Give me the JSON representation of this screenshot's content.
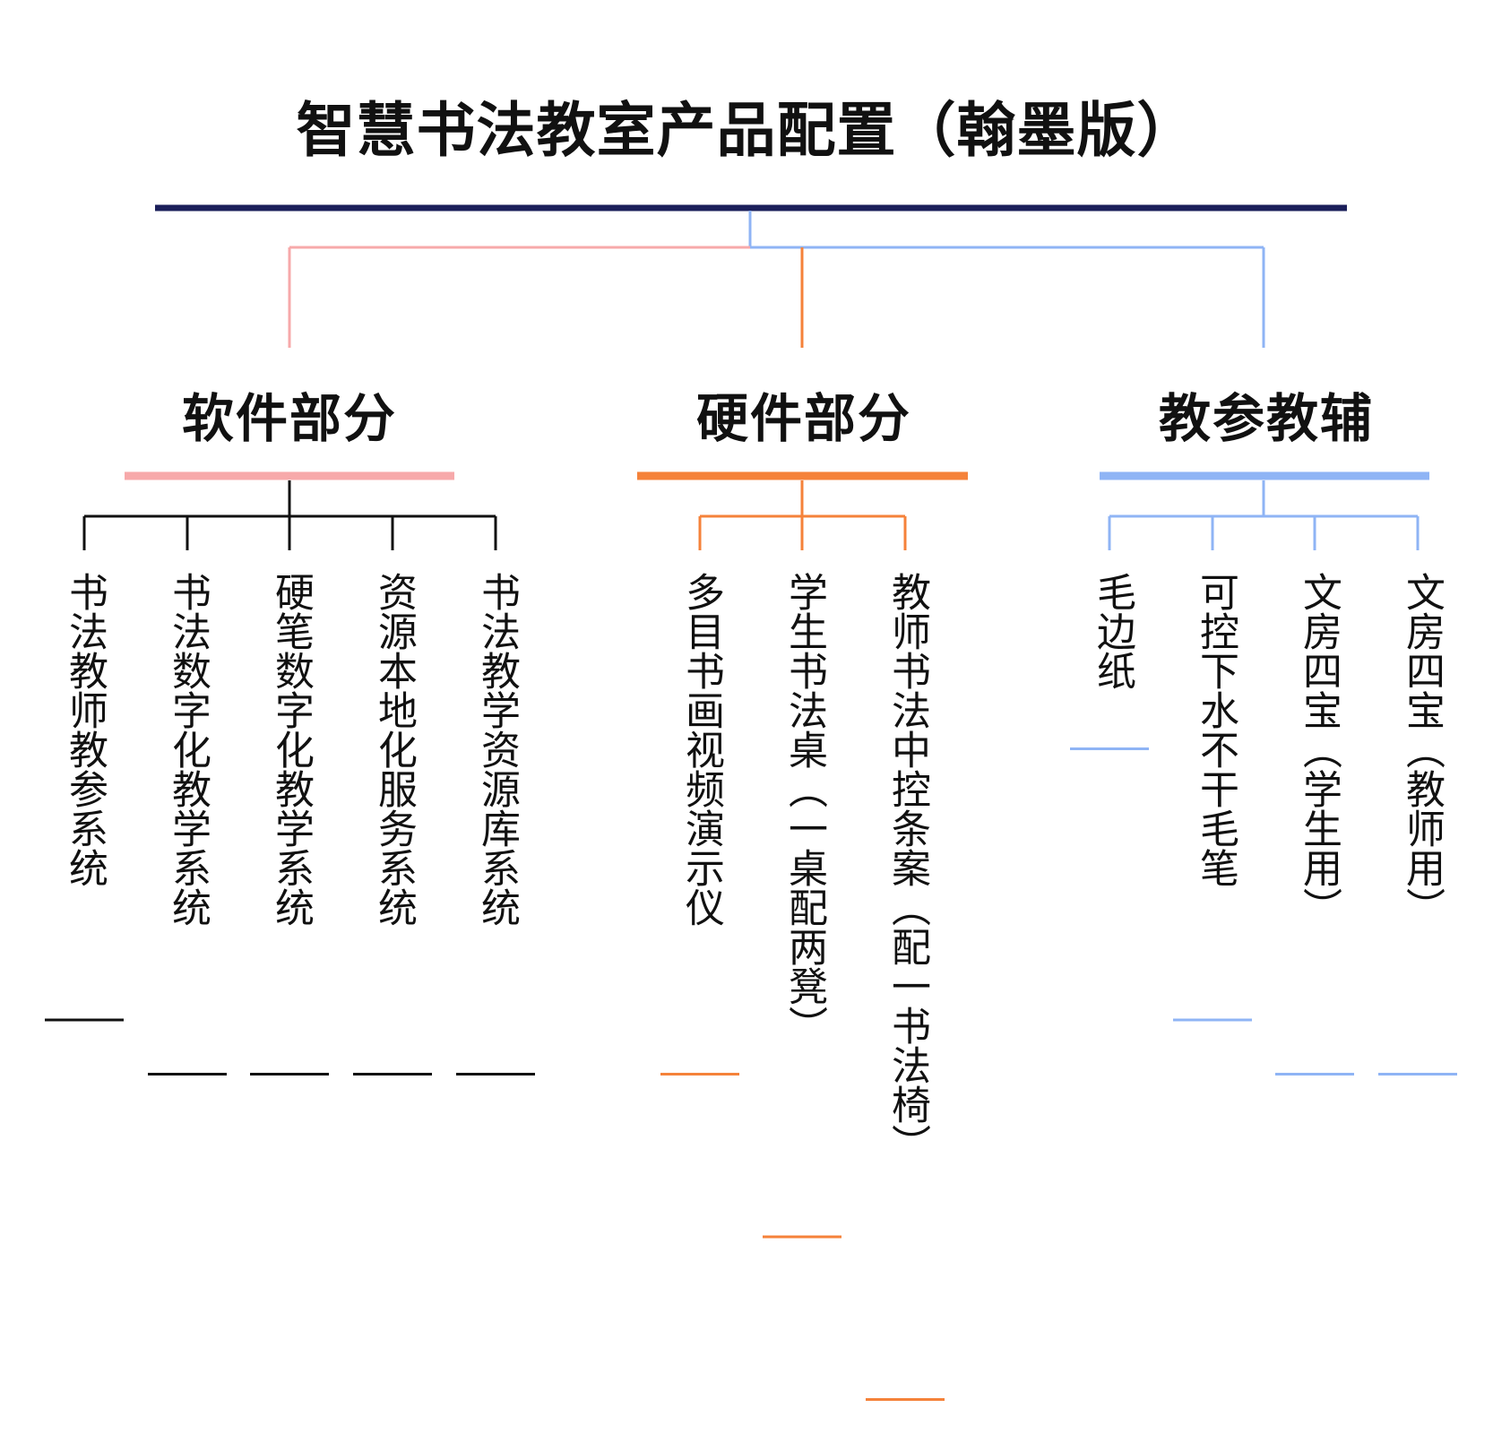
{
  "title": "智慧书法教室产品配置（翰墨版）",
  "colors": {
    "main_bar": "#1b1f5a",
    "software": "#f7a9aa",
    "hardware": "#f5823a",
    "reference": "#8fb4f5",
    "software_leaf": "#111111"
  },
  "branches": [
    {
      "label": "软件部分",
      "items": [
        "书法教师教参系统",
        "书法数字化教学系统",
        "硬笔数字化教学系统",
        "资源本地化服务系统",
        "书法教学资源库系统"
      ]
    },
    {
      "label": "硬件部分",
      "items": [
        "多目书画视频演示仪",
        "学生书法桌（一桌配两凳）",
        "教师书法中控条案（配一书法椅）"
      ]
    },
    {
      "label": "教参教辅",
      "items": [
        "毛边纸",
        "可控下水不干毛笔",
        "文房四宝（学生用）",
        "文房四宝（教师用）"
      ]
    }
  ]
}
